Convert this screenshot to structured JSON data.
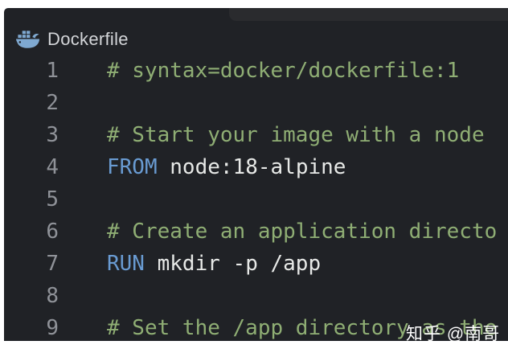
{
  "header": {
    "title": "Dockerfile",
    "icon": "docker-whale-icon"
  },
  "code": {
    "lines": [
      {
        "number": "1",
        "tokens": [
          {
            "type": "comment",
            "text": "# syntax=docker/dockerfile:1"
          }
        ]
      },
      {
        "number": "2",
        "tokens": []
      },
      {
        "number": "3",
        "tokens": [
          {
            "type": "comment",
            "text": "# Start your image with a node"
          }
        ]
      },
      {
        "number": "4",
        "tokens": [
          {
            "type": "keyword",
            "text": "FROM "
          },
          {
            "type": "plain",
            "text": "node:18-alpine"
          }
        ]
      },
      {
        "number": "5",
        "tokens": []
      },
      {
        "number": "6",
        "tokens": [
          {
            "type": "comment",
            "text": "# Create an application directo"
          }
        ]
      },
      {
        "number": "7",
        "tokens": [
          {
            "type": "keyword",
            "text": "RUN "
          },
          {
            "type": "plain",
            "text": "mkdir -p /app"
          }
        ]
      },
      {
        "number": "8",
        "tokens": []
      },
      {
        "number": "9",
        "tokens": [
          {
            "type": "comment",
            "text": "# Set the /app directory as the"
          }
        ]
      }
    ]
  },
  "watermark": {
    "text": "知乎 @南哥"
  },
  "colors": {
    "editor_bg": "#202226",
    "strip_bg": "#2a2b2e",
    "title": "#d4d6d9",
    "line_number": "#8f9298",
    "comment": "#8fae74",
    "keyword": "#699bd2",
    "plain": "#e7e9e7",
    "whale": "#7fa9d1",
    "watermark": "#ffffff"
  }
}
